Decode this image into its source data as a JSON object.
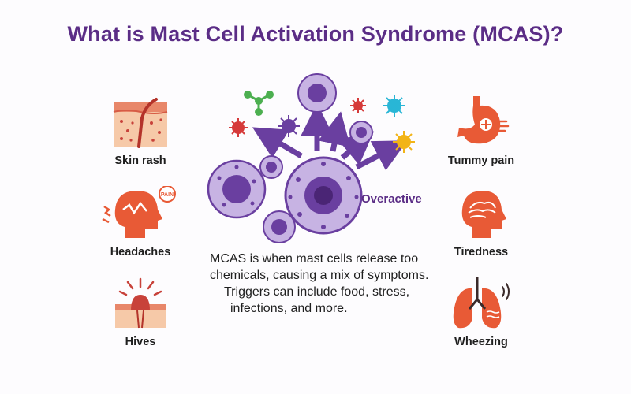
{
  "title": "What is Mast Cell Activation Syndrome (MCAS)?",
  "overactive_label": "Overactive",
  "description_lines": [
    "MCAS is when mast cells release too",
    "chemicals, causing a mix of symptoms.",
    "Triggers can include food, stress,",
    "infections, and more."
  ],
  "symptoms_left": [
    {
      "label": "Skin rash",
      "icon": "skin-rash-icon"
    },
    {
      "label": "Headaches",
      "icon": "headache-icon",
      "badge": "PAIN"
    },
    {
      "label": "Hives",
      "icon": "hives-icon"
    }
  ],
  "symptoms_right": [
    {
      "label": "Tummy pain",
      "icon": "stomach-icon"
    },
    {
      "label": "Tiredness",
      "icon": "brain-head-icon"
    },
    {
      "label": "Wheezing",
      "icon": "lungs-icon"
    }
  ],
  "colors": {
    "title": "#5b2d86",
    "cell": "#a98bd0",
    "nucleus": "#6a3fa0",
    "symptom": "#e85a36"
  }
}
